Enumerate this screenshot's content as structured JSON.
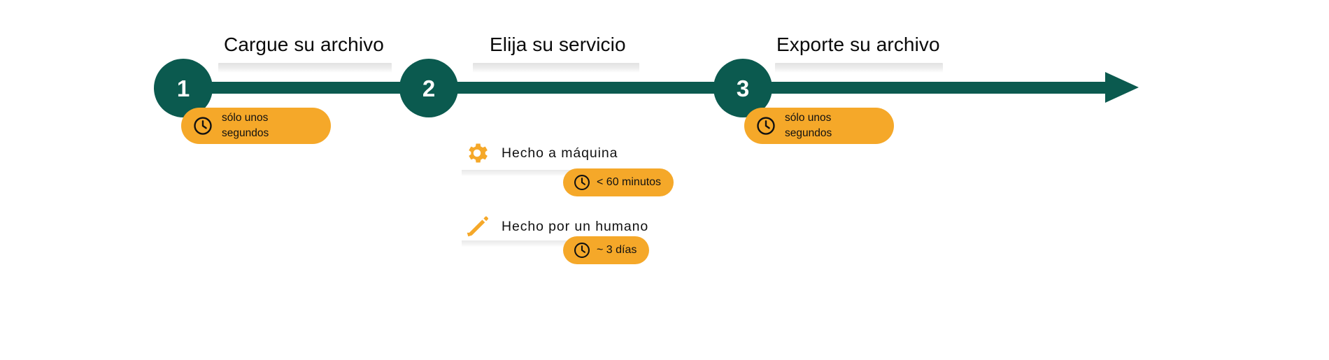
{
  "colors": {
    "background": "#ffffff",
    "primary_green": "#0B5A4F",
    "accent_orange": "#F5A829",
    "text_dark": "#111111",
    "shadow_gray": "#e6e6e6"
  },
  "timeline": {
    "steps": [
      {
        "number": "1",
        "title": "Cargue su archivo",
        "badge": {
          "icon": "clock-icon",
          "text": "sólo unos\nsegundos"
        }
      },
      {
        "number": "2",
        "title": "Elija su servicio",
        "badge": null
      },
      {
        "number": "3",
        "title": "Exporte su archivo",
        "badge": {
          "icon": "clock-icon",
          "text": "sólo unos\nsegundos"
        }
      }
    ]
  },
  "service_options": [
    {
      "icon": "gear-icon",
      "label": "Hecho a máquina",
      "badge": {
        "icon": "clock-icon",
        "text": "< 60 minutos"
      }
    },
    {
      "icon": "pencil-icon",
      "label": "Hecho por un humano",
      "badge": {
        "icon": "clock-icon",
        "text": "~ 3 días"
      }
    }
  ]
}
